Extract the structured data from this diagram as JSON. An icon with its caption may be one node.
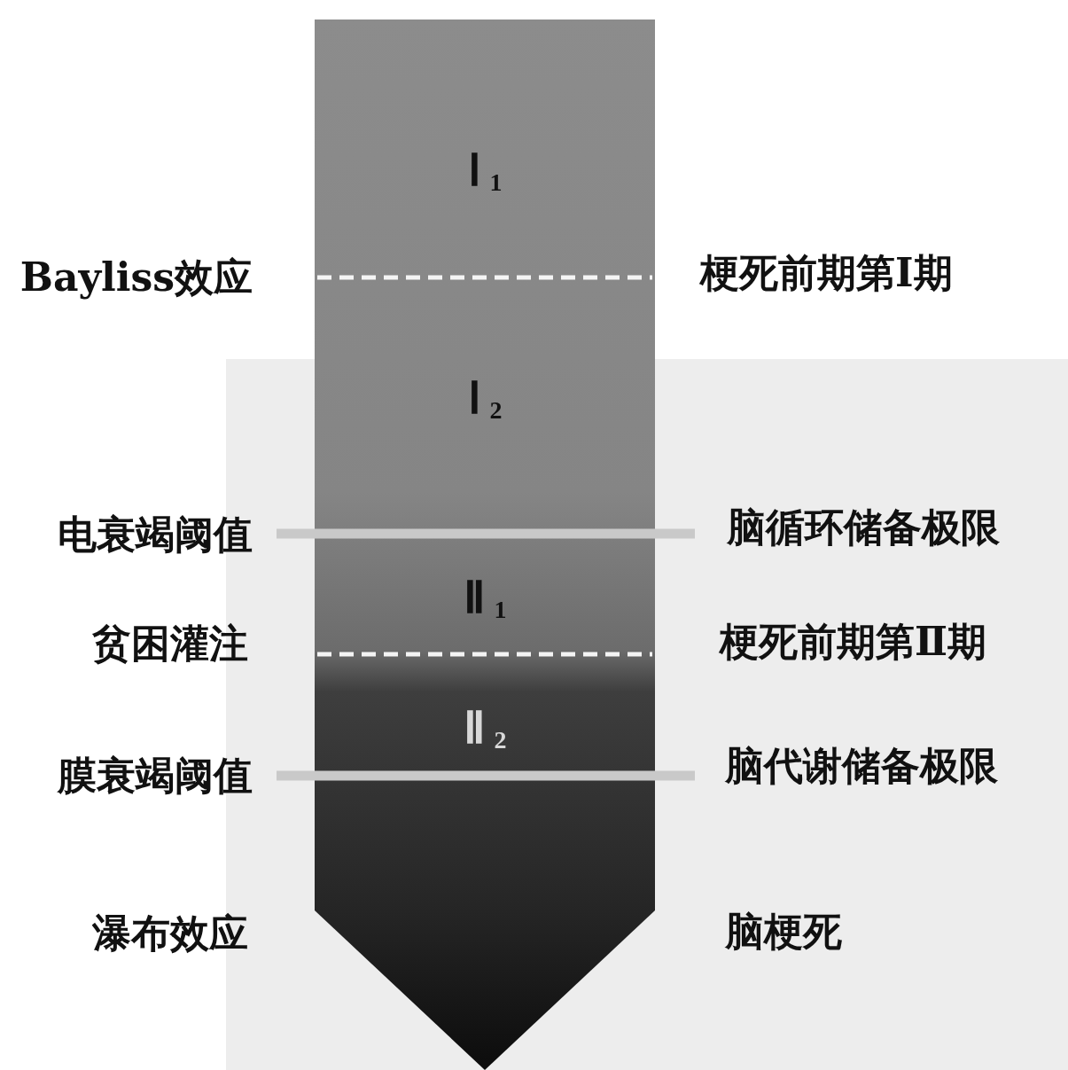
{
  "diagram": {
    "nodes": [
      {
        "text": [
          "Ⅰ$_{1}$",
          "Ⅰ$_{2}$",
          "Ⅱ$_{1}$",
          "Ⅱ$_{2}$"
        ]
      }
    ],
    "labels": [
      "Bayliss效应",
      "梗死前期第Ⅰ期",
      "电衰竭阈值",
      "脑循环储备极限",
      "贫困灌注",
      "梗死前期第Ⅱ期",
      "膜衰竭阈值",
      "脑代谢储备极限",
      "瀑布效应",
      "脑梗死"
    ]
  }
}
